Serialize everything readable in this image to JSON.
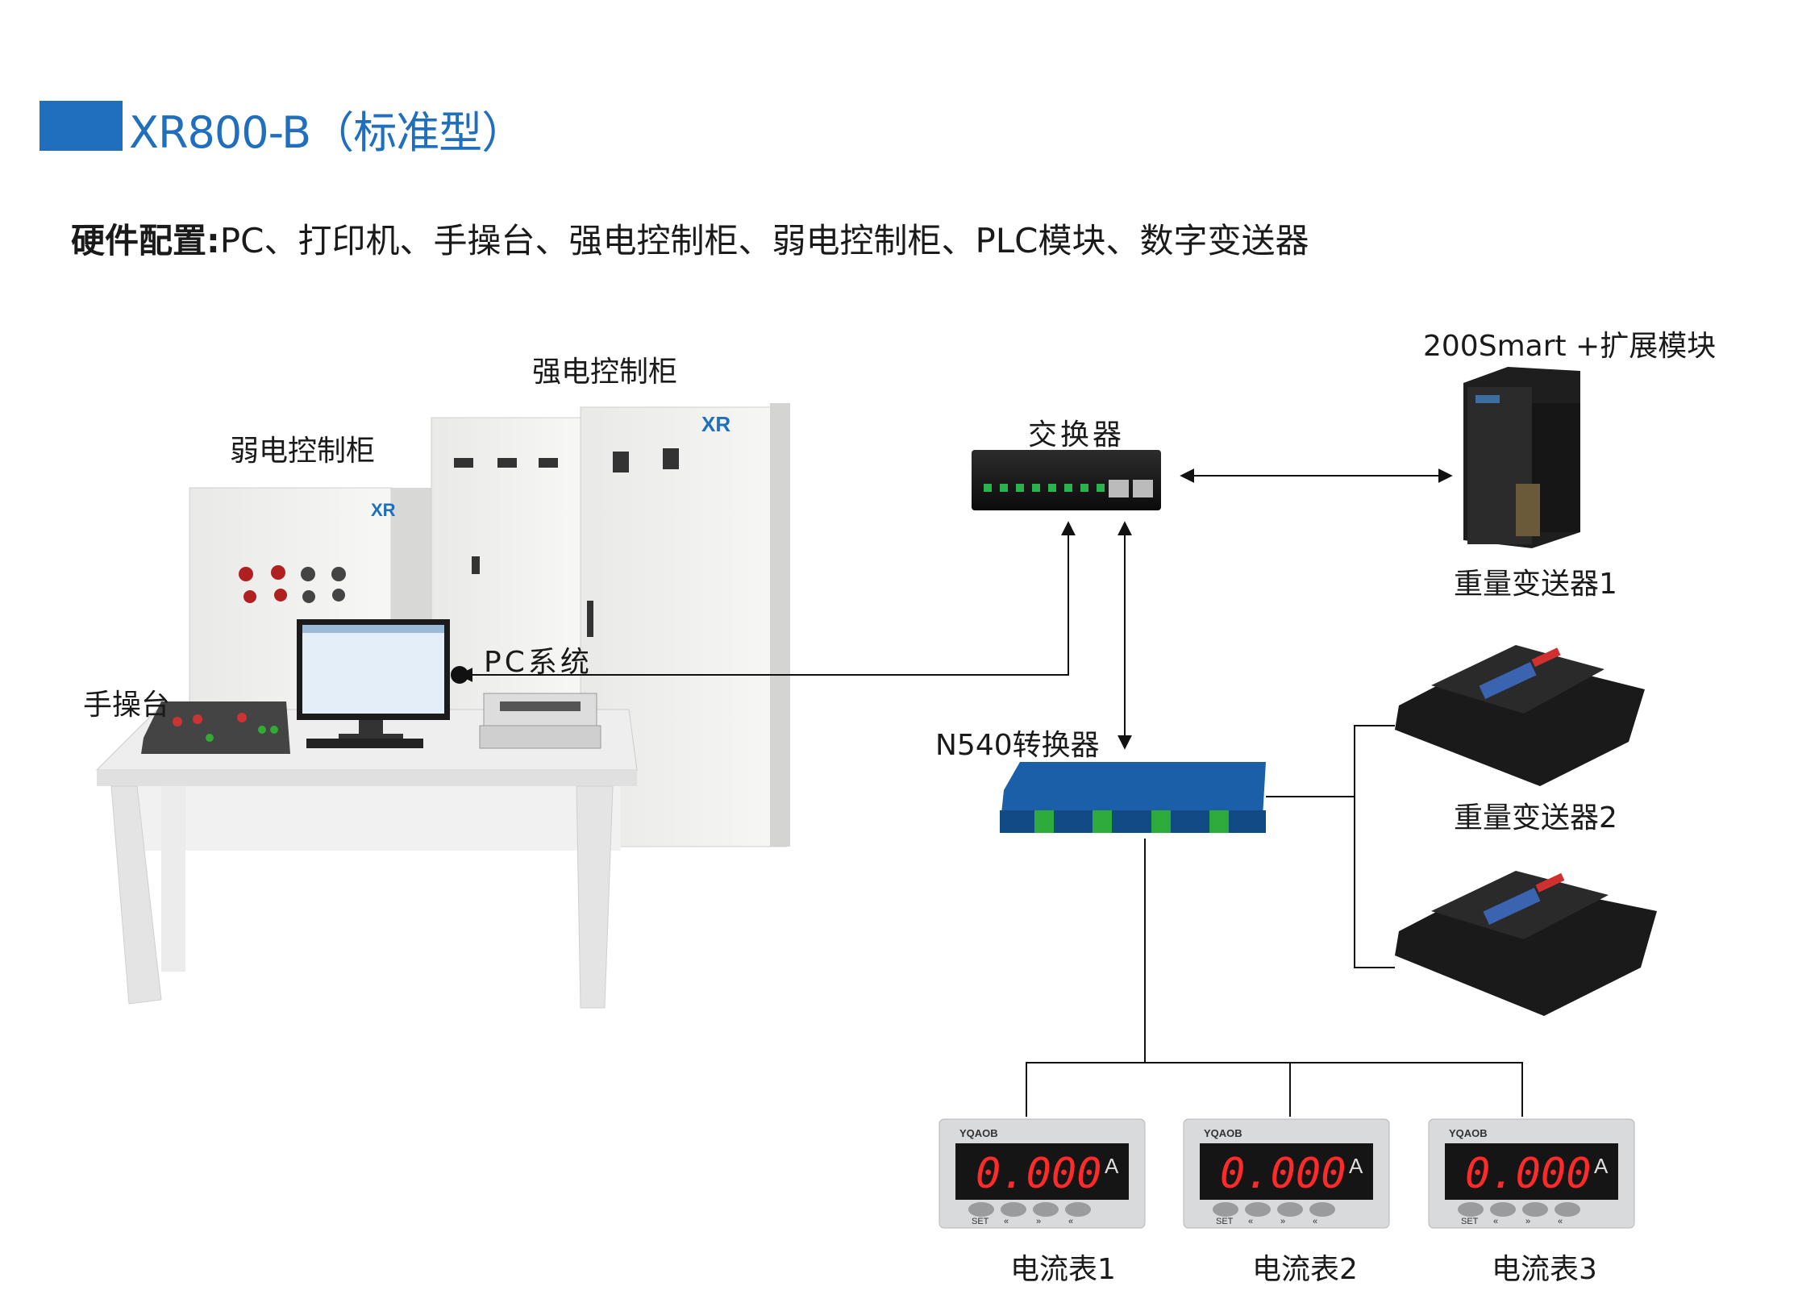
{
  "header": {
    "title": "XR800-B（标准型）",
    "accent_color": "#1f6fbe"
  },
  "config": {
    "label": "硬件配置:",
    "items": "PC、打印机、手操台、强电控制柜、弱电控制柜、PLC模块、数字变送器"
  },
  "labels": {
    "strong_cabinet": "强电控制柜",
    "weak_cabinet": "弱电控制柜",
    "pc_system": "PC系统",
    "hand_console": "手操台",
    "switch": "交换器",
    "plc": "200Smart +扩展模块",
    "transmitter1": "重量变送器1",
    "transmitter2": "重量变送器2",
    "converter": "N540转换器",
    "meter1": "电流表1",
    "meter2": "电流表2",
    "meter3": "电流表3"
  },
  "logos": {
    "cabinet_logo": "XR"
  },
  "meter": {
    "brand": "YQAOB",
    "reading": "0.000",
    "unit": "A",
    "buttons": [
      "SET",
      "«",
      "»",
      "«"
    ]
  },
  "icons": [
    "arrow-icon",
    "connection-dot-icon"
  ]
}
